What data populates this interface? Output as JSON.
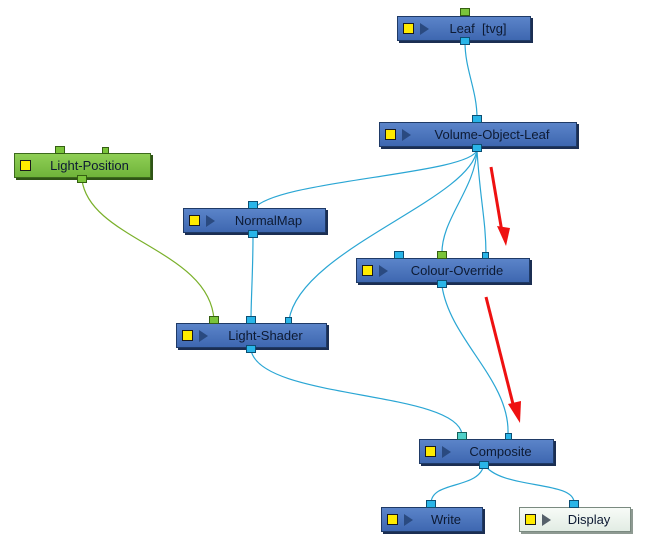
{
  "nodes": {
    "leaf": {
      "label": "Leaf  [tvg]"
    },
    "volume_object_leaf": {
      "label": "Volume-Object-Leaf"
    },
    "light_position": {
      "label": "Light-Position"
    },
    "normal_map": {
      "label": "NormalMap"
    },
    "colour_override": {
      "label": "Colour-Override"
    },
    "light_shader": {
      "label": "Light-Shader"
    },
    "composite": {
      "label": "Composite"
    },
    "write": {
      "label": "Write"
    },
    "display": {
      "label": "Display"
    }
  },
  "colors": {
    "wire": "#2aa6d4",
    "wire_green": "#7ab02a",
    "annotation_arrow": "#ee1111",
    "node_blue": "#4a73bb",
    "node_green": "#7cbf45",
    "node_white": "#eef5ef",
    "enable_box": "#ffeb00"
  }
}
